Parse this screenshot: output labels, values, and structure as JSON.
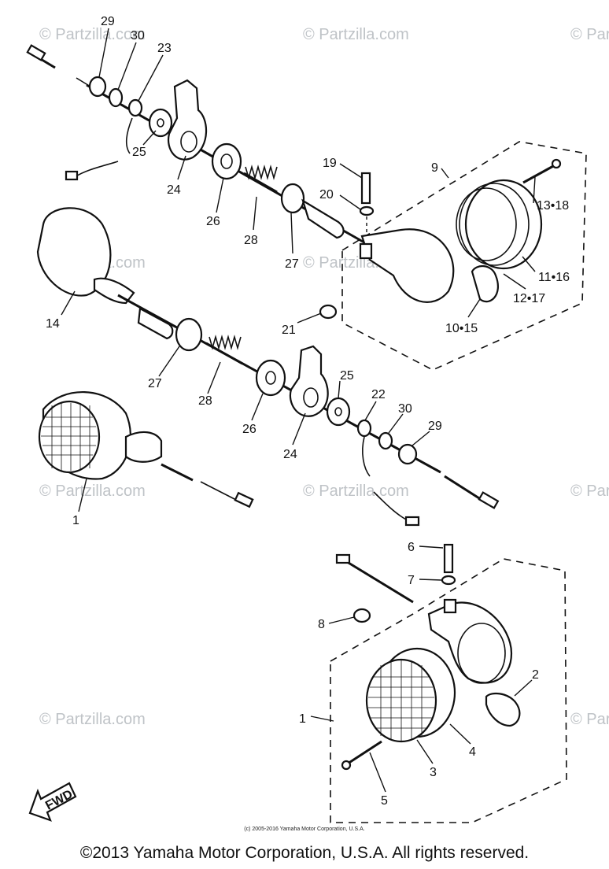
{
  "watermark": "© Partzilla.com",
  "callouts": {
    "c29a": "29",
    "c30a": "30",
    "c23": "23",
    "c25a": "25",
    "c24a": "24",
    "c26a": "26",
    "c28a": "28",
    "c27a": "27",
    "c19": "19",
    "c20": "20",
    "c9": "9",
    "c1318": "13•18",
    "c1116": "11•16",
    "c1217": "12•17",
    "c1015": "10•15",
    "c21": "21",
    "c14": "14",
    "c27b": "27",
    "c28b": "28",
    "c26b": "26",
    "c24b": "24",
    "c25b": "25",
    "c22": "22",
    "c30b": "30",
    "c29b": "29",
    "c1a": "1",
    "c6": "6",
    "c7": "7",
    "c8": "8",
    "c2": "2",
    "c1b": "1",
    "c4": "4",
    "c3": "3",
    "c5": "5"
  },
  "fwd_label": "FWD",
  "copyright_small": "(c) 2005-2016 Yamaha Motor Corporation, U.S.A.",
  "copyright_main": "©2013 Yamaha Motor Corporation, U.S.A. All rights reserved."
}
